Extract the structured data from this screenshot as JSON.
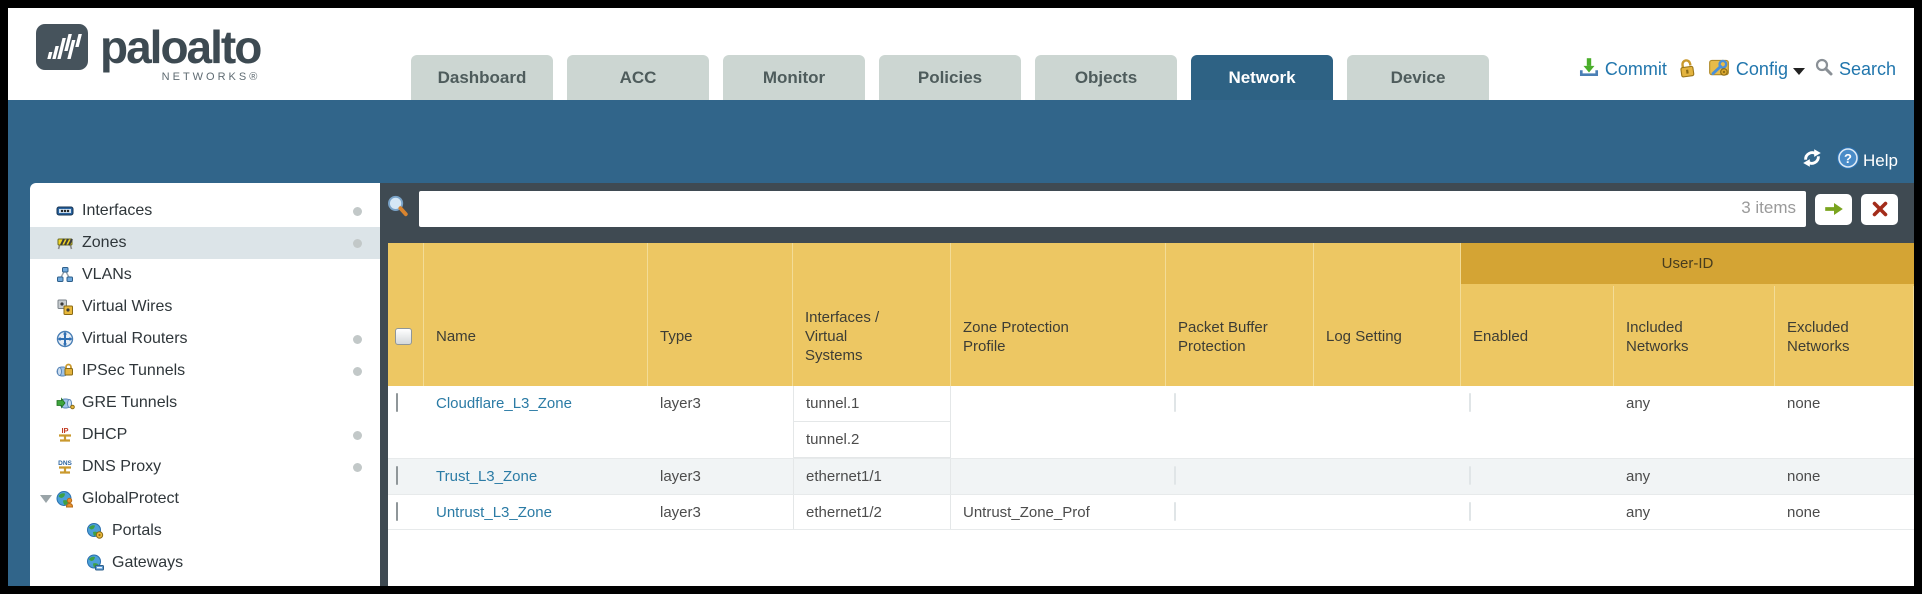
{
  "brand": {
    "name": "paloalto",
    "networks": "NETWORKS®"
  },
  "header": {
    "tabs": [
      {
        "label": "Dashboard",
        "active": false
      },
      {
        "label": "ACC",
        "active": false
      },
      {
        "label": "Monitor",
        "active": false
      },
      {
        "label": "Policies",
        "active": false
      },
      {
        "label": "Objects",
        "active": false
      },
      {
        "label": "Network",
        "active": true
      },
      {
        "label": "Device",
        "active": false
      }
    ],
    "utilities": {
      "commit": "Commit",
      "config": "Config",
      "search": "Search"
    }
  },
  "band": {
    "help": "Help"
  },
  "sidebar": {
    "items": [
      {
        "label": "Interfaces"
      },
      {
        "label": "Zones"
      },
      {
        "label": "VLANs"
      },
      {
        "label": "Virtual Wires"
      },
      {
        "label": "Virtual Routers"
      },
      {
        "label": "IPSec Tunnels"
      },
      {
        "label": "GRE Tunnels"
      },
      {
        "label": "DHCP"
      },
      {
        "label": "DNS Proxy"
      },
      {
        "label": "GlobalProtect"
      },
      {
        "label": "Portals"
      },
      {
        "label": "Gateways"
      }
    ]
  },
  "filter": {
    "value": "",
    "count": "3 items"
  },
  "table": {
    "group_header": "User-ID",
    "columns": [
      "Name",
      "Type",
      "Interfaces / Virtual Systems",
      "Zone Protection Profile",
      "Packet Buffer Protection",
      "Log Setting",
      "Enabled",
      "Included Networks",
      "Excluded Networks"
    ],
    "rows": [
      {
        "name": "Cloudflare_L3_Zone",
        "type": "layer3",
        "interfaces": [
          "tunnel.1",
          "tunnel.2"
        ],
        "zone_protection_profile": "",
        "log_setting": "",
        "included_networks": "any",
        "excluded_networks": "none"
      },
      {
        "name": "Trust_L3_Zone",
        "type": "layer3",
        "interfaces": [
          "ethernet1/1"
        ],
        "zone_protection_profile": "",
        "log_setting": "",
        "included_networks": "any",
        "excluded_networks": "none"
      },
      {
        "name": "Untrust_L3_Zone",
        "type": "layer3",
        "interfaces": [
          "ethernet1/2"
        ],
        "zone_protection_profile": "Untrust_Zone_Prof",
        "log_setting": "",
        "included_networks": "any",
        "excluded_networks": "none"
      }
    ]
  },
  "colors": {
    "band_teal": "#31658a",
    "content_dark": "#3f4a52",
    "header_gold": "#edc763",
    "userid_gold": "#d4a434",
    "link_blue": "#2b7ba5",
    "accent_text_blue": "#2176ad"
  }
}
